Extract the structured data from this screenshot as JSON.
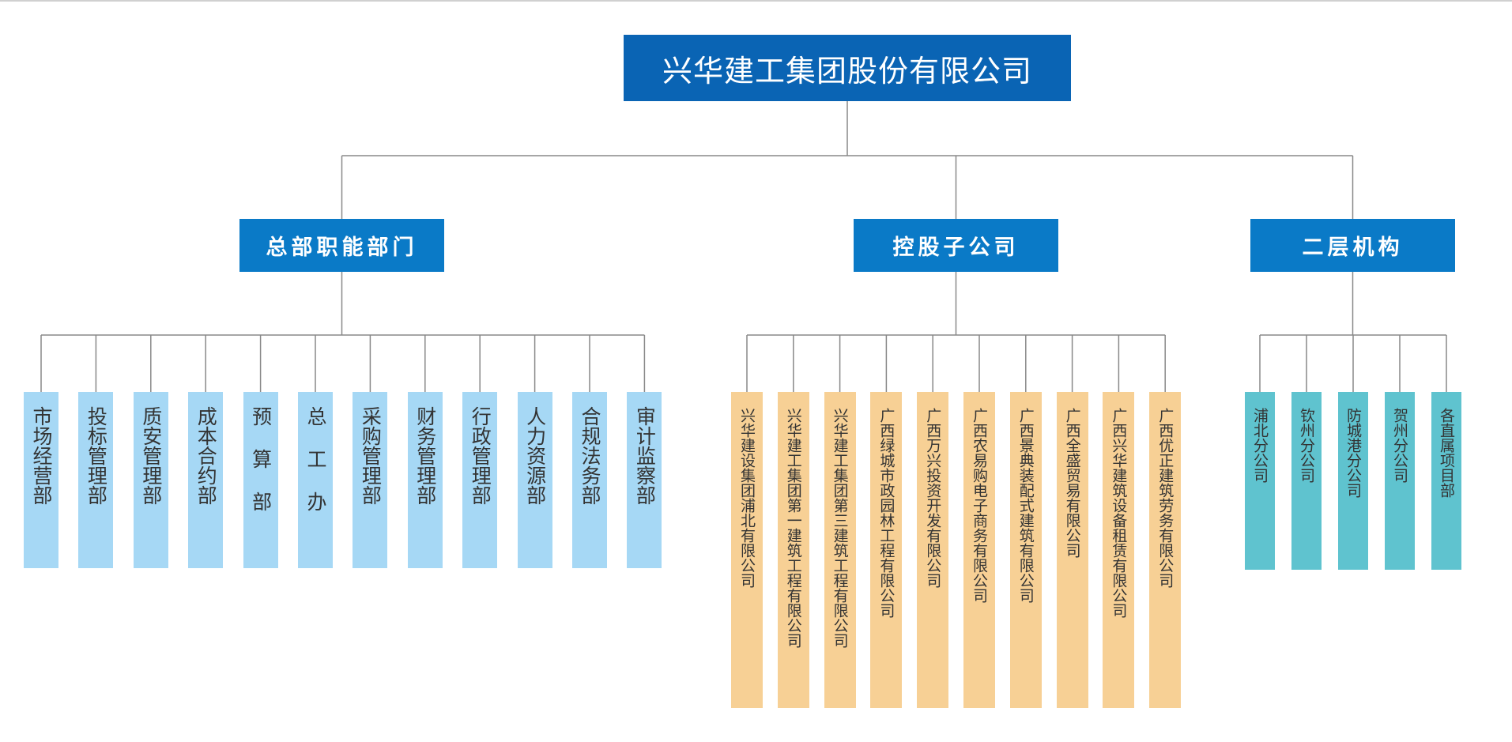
{
  "root": {
    "label": "兴华建工集团股份有限公司"
  },
  "branches": [
    {
      "label": "总部职能部门",
      "style": "blue",
      "children": [
        "市场经营部",
        "投标管理部",
        "质安管理部",
        "成本合约部",
        "预 算 部",
        "总 工 办",
        "采购管理部",
        "财务管理部",
        "行政管理部",
        "人力资源部",
        "合规法务部",
        "审计监察部"
      ]
    },
    {
      "label": "控股子公司",
      "style": "orange",
      "children": [
        "兴华建设集团浦北有限公司",
        "兴华建工集团第一建筑工程有限公司",
        "兴华建工集团第三建筑工程有限公司",
        "广西绿城市政园林工程有限公司",
        "广西万兴投资开发有限公司",
        "广西农易购电子商务有限公司",
        "广西景典装配式建筑有限公司",
        "广西全盛贸易有限公司",
        "广西兴华建筑设备租赁有限公司",
        "广西优正建筑劳务有限公司"
      ]
    },
    {
      "label": "二层机构",
      "style": "teal",
      "children": [
        "浦北分公司",
        "钦州分公司",
        "防城港分公司",
        "贺州分公司",
        "各直属项目部"
      ]
    }
  ],
  "colors": {
    "root": "#0a64b4",
    "category": "#0a7ac7",
    "leaf_blue": "#a6d8f5",
    "leaf_orange": "#f7d095",
    "leaf_teal": "#5fc3cf",
    "connector": "#888888"
  }
}
